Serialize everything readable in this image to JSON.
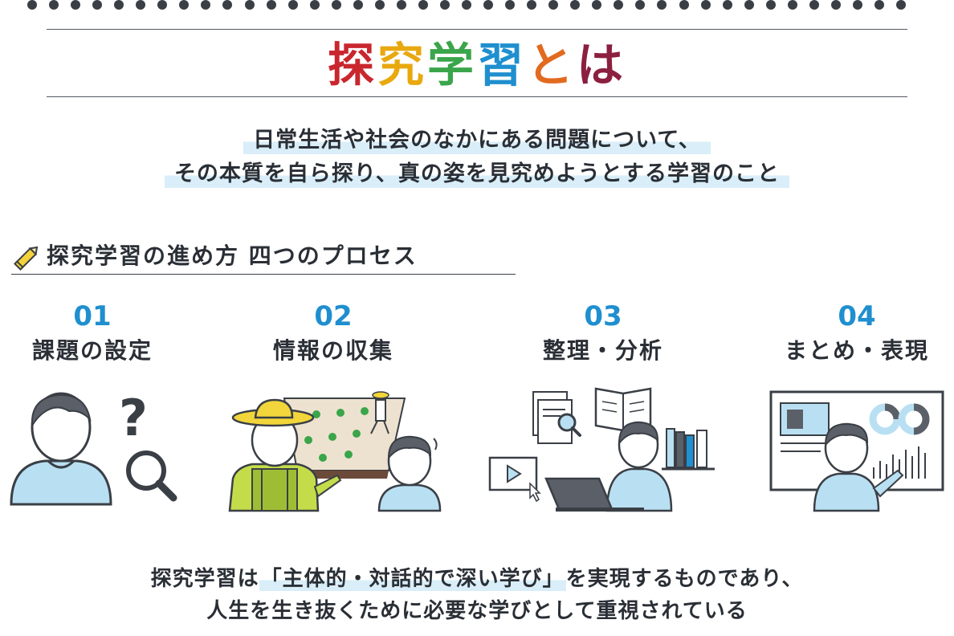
{
  "title": {
    "chars": [
      {
        "ch": "探",
        "color": "#c9262e"
      },
      {
        "ch": "究",
        "color": "#e8a90f"
      },
      {
        "ch": "学",
        "color": "#3aa54a"
      },
      {
        "ch": "習",
        "color": "#1f8fcf"
      },
      {
        "ch": "と",
        "color": "#e26a1f"
      },
      {
        "ch": "は",
        "color": "#8b1f3f"
      }
    ]
  },
  "definition": {
    "line1": "日常生活や社会のなかにある問題について、",
    "line2": "その本質を自ら探り、真の姿を見究めようとする学習のこと"
  },
  "process": {
    "heading": "探究学習の進め方 四つのプロセス",
    "steps": [
      {
        "num": "01",
        "label": "課題の設定"
      },
      {
        "num": "02",
        "label": "情報の収集"
      },
      {
        "num": "03",
        "label": "整理・分析"
      },
      {
        "num": "04",
        "label": "まとめ・表現"
      }
    ]
  },
  "footer": {
    "line1_pre": "探究学習は",
    "line1_hl": "「主体的・対話的で深い学び」",
    "line1_post": "を実現するものであり、",
    "line2": "人生を生き抜くために必要な学びとして重視されている"
  },
  "icons": {
    "heading": "pencil-icon",
    "step1": [
      "person-icon",
      "question-mark-icon",
      "magnifier-icon"
    ],
    "step2": [
      "farmer-icon",
      "field-icon",
      "child-icon"
    ],
    "step3": [
      "document-icon",
      "book-icon",
      "laptop-icon",
      "video-icon",
      "bookshelf-icon"
    ],
    "step4": [
      "screen-icon",
      "chart-icon",
      "presenter-icon"
    ]
  },
  "colors": {
    "accent_blue": "#1f8fcf",
    "light_blue": "#b9e0f2",
    "highlight": "#d9eef8",
    "line_dark": "#3a3f46",
    "farmer_green": "#c4dc4a",
    "hat_yellow": "#f2d53a",
    "pencil_yellow": "#f4d23a"
  }
}
